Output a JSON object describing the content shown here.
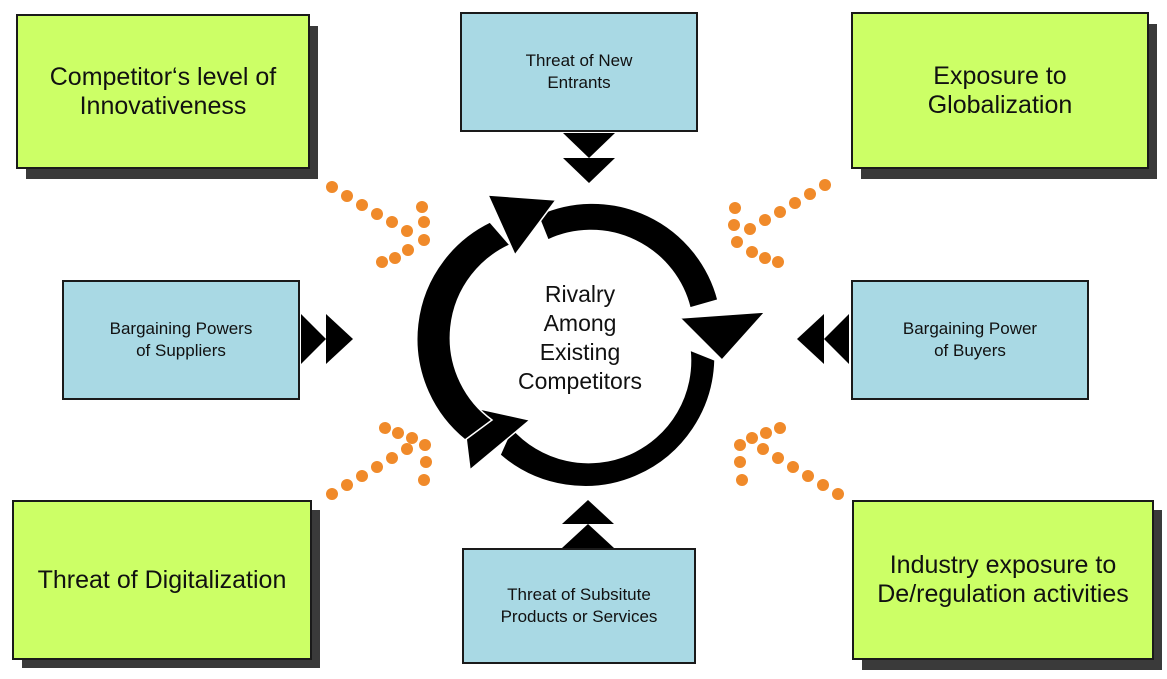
{
  "center": {
    "label": "Rivalry\nAmong\nExisting\nCompetitors"
  },
  "forces": {
    "new_entrants": "Threat of New\nEntrants",
    "suppliers": "Bargaining Powers\nof Suppliers",
    "buyers": "Bargaining Power\nof Buyers",
    "substitutes": "Threat of Subsitute\nProducts or Services"
  },
  "extra_factors": {
    "innovativeness": "Competitor‘s level of\nInnovativeness",
    "globalization": "Exposure to\nGlobalization",
    "digitalization": "Threat of Digitalization",
    "regulation": "Industry exposure to\nDe/regulation activities"
  },
  "colors": {
    "green_box": "#ccff66",
    "blue_box": "#a9d9e4",
    "dot_orange": "#f08a2a",
    "arrow": "#000000"
  }
}
